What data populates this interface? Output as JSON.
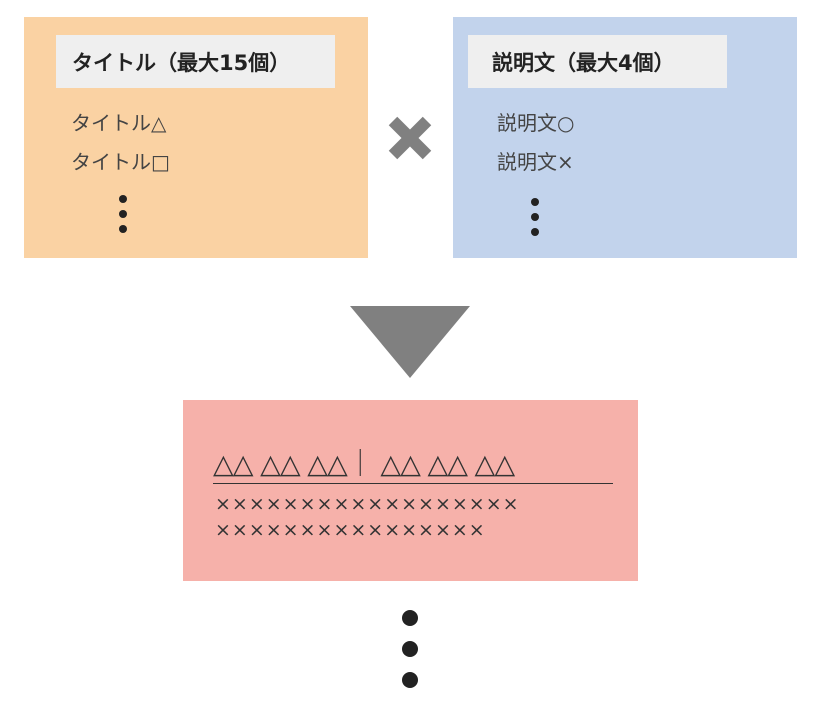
{
  "title_box": {
    "header": "タイトル（最大15個）",
    "items": [
      "タイトル△",
      "タイトル□"
    ]
  },
  "desc_box": {
    "header": "説明文（最大4個）",
    "items": [
      "説明文○",
      "説明文×"
    ]
  },
  "result": {
    "title": "△△ △△ △△｜ △△ △△ △△",
    "desc_line1": "××××××××××××××××××",
    "desc_line2": "××××××××××××××××"
  },
  "colors": {
    "title_box": "#fad2a3",
    "desc_box": "#c2d3ec",
    "result_box": "#f6b1aa",
    "operator": "#808080"
  }
}
